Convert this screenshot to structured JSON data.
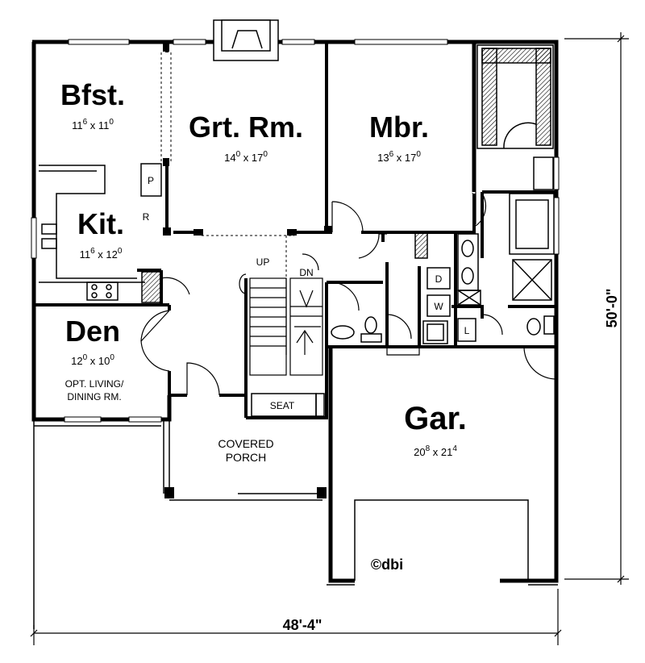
{
  "rooms": {
    "bfst": {
      "name": "Bfst.",
      "w_ft": "11",
      "w_in": "6",
      "d_ft": "11",
      "d_in": "0"
    },
    "grt": {
      "name": "Grt. Rm.",
      "w_ft": "14",
      "w_in": "0",
      "d_ft": "17",
      "d_in": "0"
    },
    "mbr": {
      "name": "Mbr.",
      "w_ft": "13",
      "w_in": "6",
      "d_ft": "17",
      "d_in": "0"
    },
    "kit": {
      "name": "Kit.",
      "w_ft": "11",
      "w_in": "6",
      "d_ft": "12",
      "d_in": "0"
    },
    "den": {
      "name": "Den",
      "w_ft": "12",
      "w_in": "0",
      "d_ft": "10",
      "d_in": "0",
      "note1": "OPT. LIVING/",
      "note2": "DINING RM."
    },
    "gar": {
      "name": "Gar.",
      "w_ft": "20",
      "w_in": "8",
      "d_ft": "21",
      "d_in": "4"
    }
  },
  "labels": {
    "porch1": "COVERED",
    "porch2": "PORCH",
    "seat": "SEAT",
    "up": "UP",
    "dn": "DN",
    "pantry": "P",
    "fridge": "R",
    "dryer": "D",
    "washer": "W",
    "linen": "L",
    "by": "x",
    "copyright": "©dbi"
  },
  "dimensions": {
    "width": "48'-4\"",
    "depth": "50'-0\""
  }
}
